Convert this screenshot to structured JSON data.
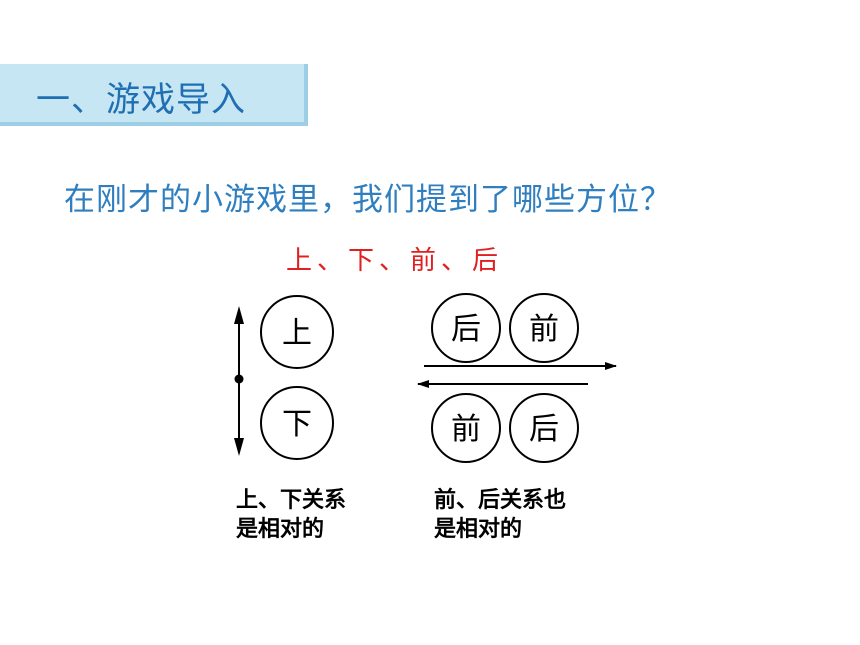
{
  "section": {
    "title": "一、游戏导入"
  },
  "question": "在刚才的小游戏里，我们提到了哪些方位？",
  "answer": "上、下、前、后",
  "diagram": {
    "vertical": {
      "top": "上",
      "bottom": "下"
    },
    "horizontal": {
      "row1": [
        "后",
        "前"
      ],
      "row2": [
        "前",
        "后"
      ]
    }
  },
  "captions": {
    "left": [
      "上、下关系",
      "是相对的"
    ],
    "right": [
      "前、后关系也",
      "是相对的"
    ]
  },
  "colors": {
    "title_bg": "#c6e6f4",
    "title_text": "#1f6fb2",
    "question_text": "#2f7fc0",
    "answer_text": "#e02020"
  }
}
